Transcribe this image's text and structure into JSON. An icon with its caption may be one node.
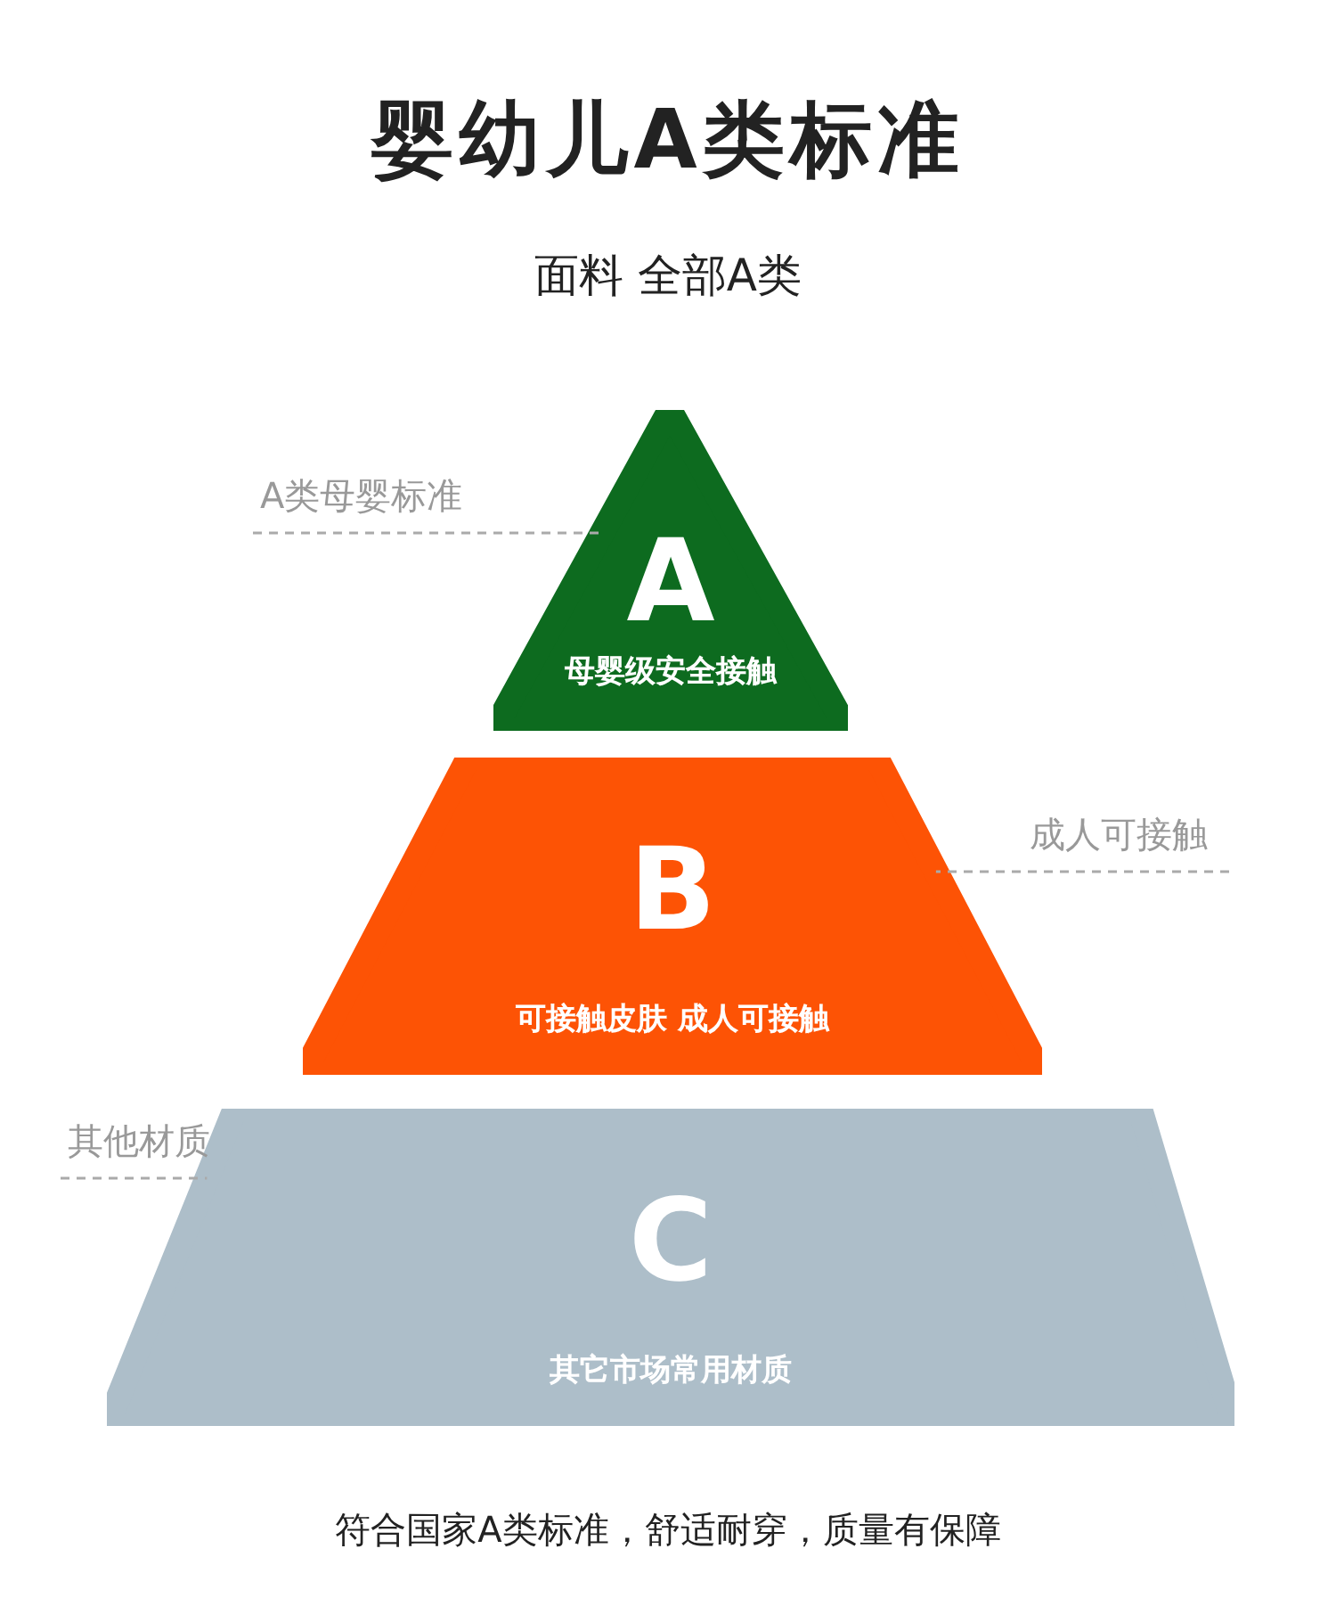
{
  "diagram": {
    "title": "婴幼儿A类标准",
    "caption": "符合国家A类标准，舒适耐穿，质量有保障",
    "nodes": [
      {
        "text": [
          "A",
          "母婴级安全接触"
        ]
      },
      {
        "text": [
          "B",
          "可接触皮肤 成人可接触"
        ]
      },
      {
        "text": [
          "C",
          "其它市场常用材质"
        ]
      },
      {
        "text": [
          "A类母婴标准"
        ]
      },
      {
        "text": [
          "成人可接触"
        ]
      },
      {
        "text": [
          "其他材质"
        ]
      }
    ],
    "edges": [
      {
        "from": 3,
        "to": 0,
        "arrow": "none",
        "style": "dashed"
      },
      {
        "from": 4,
        "to": 1,
        "arrow": "none",
        "style": "dashed"
      },
      {
        "from": 5,
        "to": 2,
        "arrow": "none",
        "style": "dashed"
      }
    ],
    "labels": [
      "面料 全部A类"
    ]
  }
}
